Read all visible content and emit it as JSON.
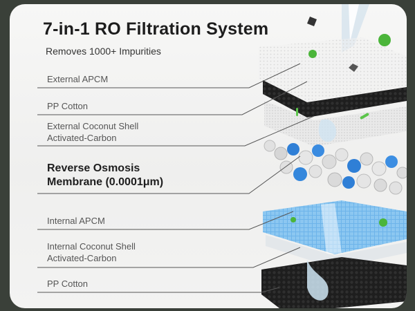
{
  "header": {
    "title": "7-in-1 RO Filtration System",
    "subtitle": "Removes 1000+ Impurities"
  },
  "layers": [
    {
      "line1": "External APCM",
      "line2": ""
    },
    {
      "line1": "PP Cotton",
      "line2": ""
    },
    {
      "line1": "External Coconut Shell",
      "line2": "Activated-Carbon"
    },
    {
      "line1": "Reverse Osmosis",
      "line2": "Membrane (0.0001μm)"
    },
    {
      "line1": "Internal APCM",
      "line2": ""
    },
    {
      "line1": "Internal Coconut Shell",
      "line2": "Activated-Carbon"
    },
    {
      "line1": "PP Cotton",
      "line2": ""
    }
  ],
  "colors": {
    "membrane_blue": "#5aa8e6",
    "carbon_black": "#1e1e1e",
    "bead_white": "#e8e8e8",
    "bead_blue": "#2f7fd6",
    "bacteria_green": "#4bb53a"
  }
}
